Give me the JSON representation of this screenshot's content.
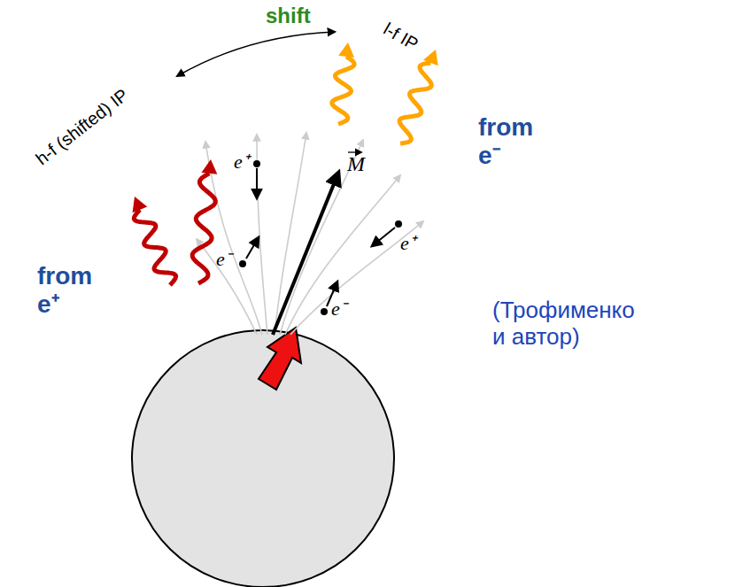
{
  "diagram": {
    "labels": [
      "shift",
      "l-f IP",
      "h-f (shifted) IP",
      "from e⁻",
      "from e⁺",
      "e⁺",
      "e⁻",
      "M",
      "e⁺",
      "e⁻",
      "(Трофименко и автор)"
    ]
  }
}
